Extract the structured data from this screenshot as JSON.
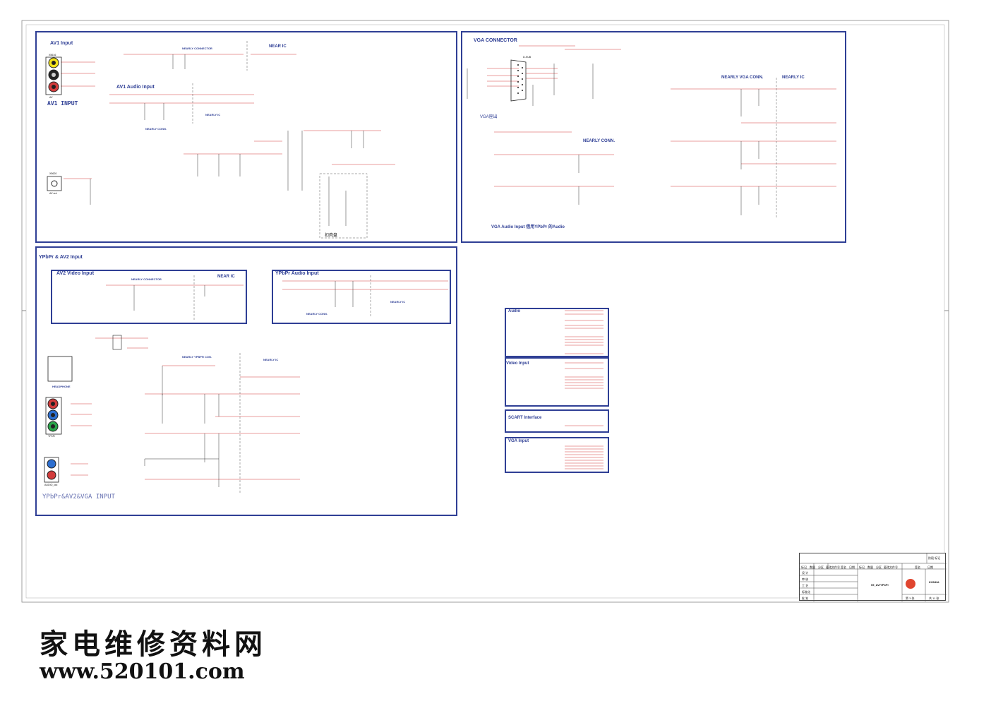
{
  "sheet": {
    "blocks": {
      "av1": {
        "title": "AV1 Input",
        "audio_title": "AV1 Audio Input",
        "footer": "AV1  INPUT",
        "nearly_connector": "NEARLY CONNECTOR",
        "near_ic": "NEAR IC",
        "nearly_ic": "NEARLY IC",
        "nearly_conn": "NEARLY CONN.",
        "connector": "X5616",
        "av_label": "AV",
        "avout_label": "AV out",
        "avout_conn": "X5620",
        "note": "扣肉盘"
      },
      "vga": {
        "title": "VGA CONNECTOR",
        "sub": "VGA座出",
        "nearly_vga": "NEARLY VGA CONN.",
        "nearly_ic": "NEARLY IC",
        "nearly_conn": "NEARLY CONN.",
        "audio_note": "VGA Audio Input 借用YPbPr 的Audio",
        "dsub": "D-SUB"
      },
      "ypbpr": {
        "title": "YPbPr & AV2 Input",
        "av2_title": "AV2 Video Input",
        "ypbpr_audio": "YPbPr Audio Input",
        "nearly_connector": "NEARLY CONNECTOR",
        "near_ic": "NEAR IC",
        "nearly_conn": "NEARLY CONN.",
        "nearly_ic": "NEARLY IC",
        "nearly_ypbpr": "NEARLY YPBPR CON.",
        "nearly_ic2": "NEARLY IC",
        "headphone": "HEADPHONE",
        "ypbpr_label": "YPbPr",
        "audio_out": "AUDIO_out",
        "footer": "YPbPr&AV2&VGA INPUT"
      },
      "ports": {
        "audio": "Audio",
        "video": "Video Input",
        "scart": "SCART Interface",
        "vga": "VGA Input"
      }
    },
    "title_block": {
      "headers": [
        "标记",
        "数量",
        "分区",
        "更改文件号",
        "签名",
        "日期",
        "标记",
        "数量",
        "分区",
        "更改文件号",
        "签名",
        "日期"
      ],
      "rows": [
        "设 计",
        "审 核",
        "工 艺",
        "标准化",
        "批 准"
      ],
      "drawing": "05_AV/YPbPr",
      "brand": "KONKA",
      "sheet_no": "第 3 张",
      "total": "共 11 张",
      "mark_top": "阶段 标记"
    },
    "watermark": {
      "line1": "家电维修资料网",
      "line2": "www.520101.com"
    }
  }
}
